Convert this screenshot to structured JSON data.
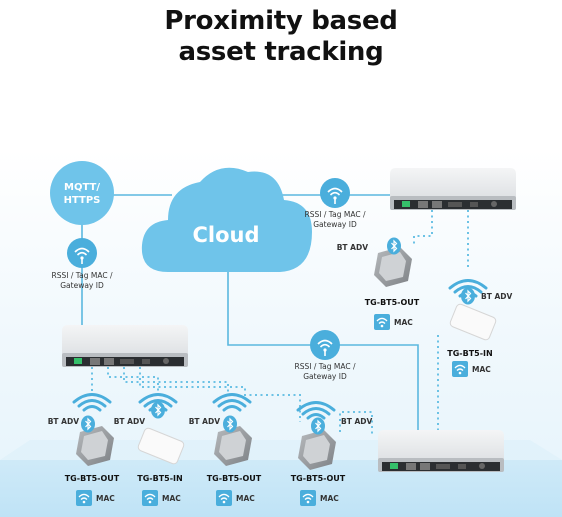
{
  "title": {
    "line1": "Proximity based",
    "line2": "asset tracking"
  },
  "cloud": {
    "label": "Cloud"
  },
  "protocol": {
    "label_line1": "MQTT/",
    "label_line2": "HTTPS"
  },
  "links": {
    "left": {
      "line1": "RSSI / Tag MAC /",
      "line2": "Gateway ID"
    },
    "top": {
      "line1": "RSSI / Tag MAC /",
      "line2": "Gateway ID"
    },
    "middle": {
      "line1": "RSSI / Tag MAC /",
      "line2": "Gateway ID"
    }
  },
  "tags": {
    "top_right_out": {
      "name": "TG-BT5-OUT",
      "adv": "BT ADV",
      "mac": "MAC"
    },
    "top_right_in": {
      "name": "TG-BT5-IN",
      "adv": "BT ADV",
      "mac": "MAC"
    },
    "bottom_1_out": {
      "name": "TG-BT5-OUT",
      "adv": "BT ADV",
      "mac": "MAC"
    },
    "bottom_2_in": {
      "name": "TG-BT5-IN",
      "adv": "BT ADV",
      "mac": "MAC"
    },
    "bottom_3_out": {
      "name": "TG-BT5-OUT",
      "adv": "BT ADV",
      "mac": "MAC"
    },
    "bottom_4_out": {
      "name": "TG-BT5-OUT",
      "adv": "BT ADV",
      "mac": "MAC"
    }
  },
  "colors": {
    "line": "#5bb8df",
    "cloud": "#6fc4ea",
    "floor": "#d6eefa",
    "icon_bg": "#4aaedc",
    "device_body": "#e6e8ea"
  }
}
